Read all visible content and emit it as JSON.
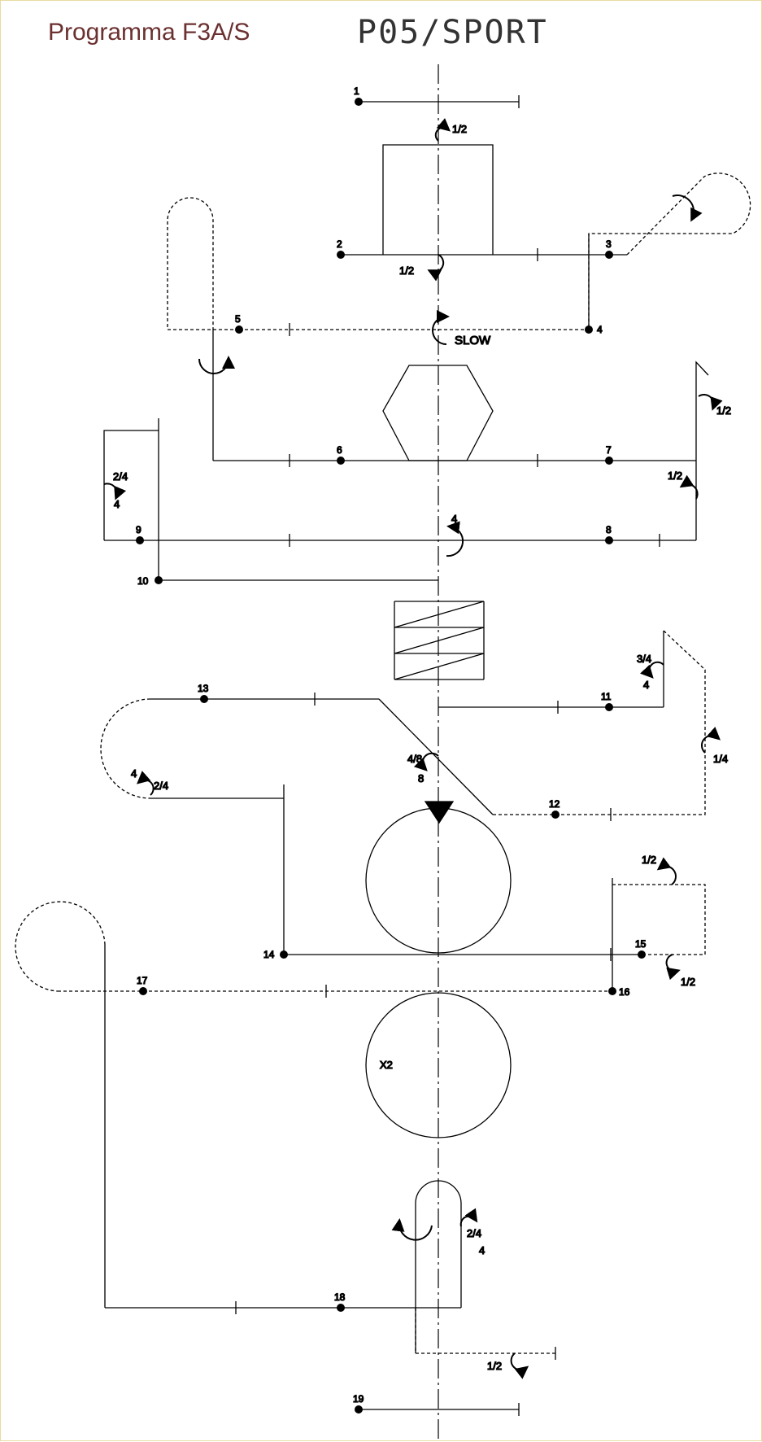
{
  "title": "Programma F3A/S",
  "code": "P05/SPORT",
  "nodes": [
    "1",
    "2",
    "3",
    "4",
    "5",
    "6",
    "7",
    "8",
    "9",
    "10",
    "11",
    "12",
    "13",
    "14",
    "15",
    "16",
    "17",
    "18",
    "19"
  ],
  "annotations": {
    "a_half_top": "1/2",
    "a_half_2": "1/2",
    "slow": "SLOW",
    "a_half_right7": "1/2",
    "a_half_right7b": "1/2",
    "a_24_left": "2/4",
    "a_4_left": "4",
    "a_4_center": "4",
    "a_34": "3/4",
    "a_34_4": "4",
    "a_14": "1/4",
    "a_48": "4/8",
    "a_8": "8",
    "a_4_13": "4",
    "a_24_13": "2/4",
    "a_half_15top": "1/2",
    "a_half_15": "1/2",
    "x2": "X2",
    "a_24_18": "2/4",
    "a_4_18": "4",
    "a_half_bottom": "1/2"
  },
  "colors": {
    "title": "#6b3030",
    "line": "#000000",
    "border": "#e8dca0"
  }
}
